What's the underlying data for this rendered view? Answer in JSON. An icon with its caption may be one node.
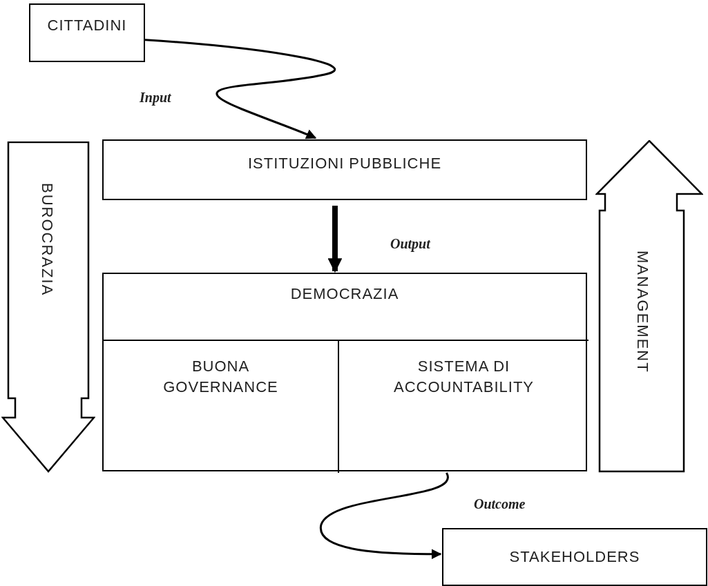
{
  "diagram": {
    "nodes": [
      {
        "text": [
          "CITTADINI"
        ]
      },
      {
        "text": [
          "ISTITUZIONI PUBBLICHE"
        ]
      },
      {
        "text": [
          "DEMOCRAZIA"
        ]
      },
      {
        "text": [
          "BUONA GOVERNANCE"
        ],
        "in": 2
      },
      {
        "text": [
          "SISTEMA DI ACCOUNTABILITY"
        ],
        "in": 2
      },
      {
        "text": [
          "STAKEHOLDERS"
        ]
      },
      {
        "text": [
          "BUROCRAZIA"
        ]
      },
      {
        "text": [
          "MANAGEMENT"
        ]
      }
    ],
    "edges": [
      {
        "from": 0,
        "to": 1,
        "arrow": "to",
        "label": "Input"
      },
      {
        "from": 1,
        "to": 2,
        "arrow": "to",
        "label": "Output",
        "style": "thick"
      },
      {
        "from": 2,
        "to": 5,
        "arrow": "to",
        "label": "Outcome"
      }
    ]
  }
}
